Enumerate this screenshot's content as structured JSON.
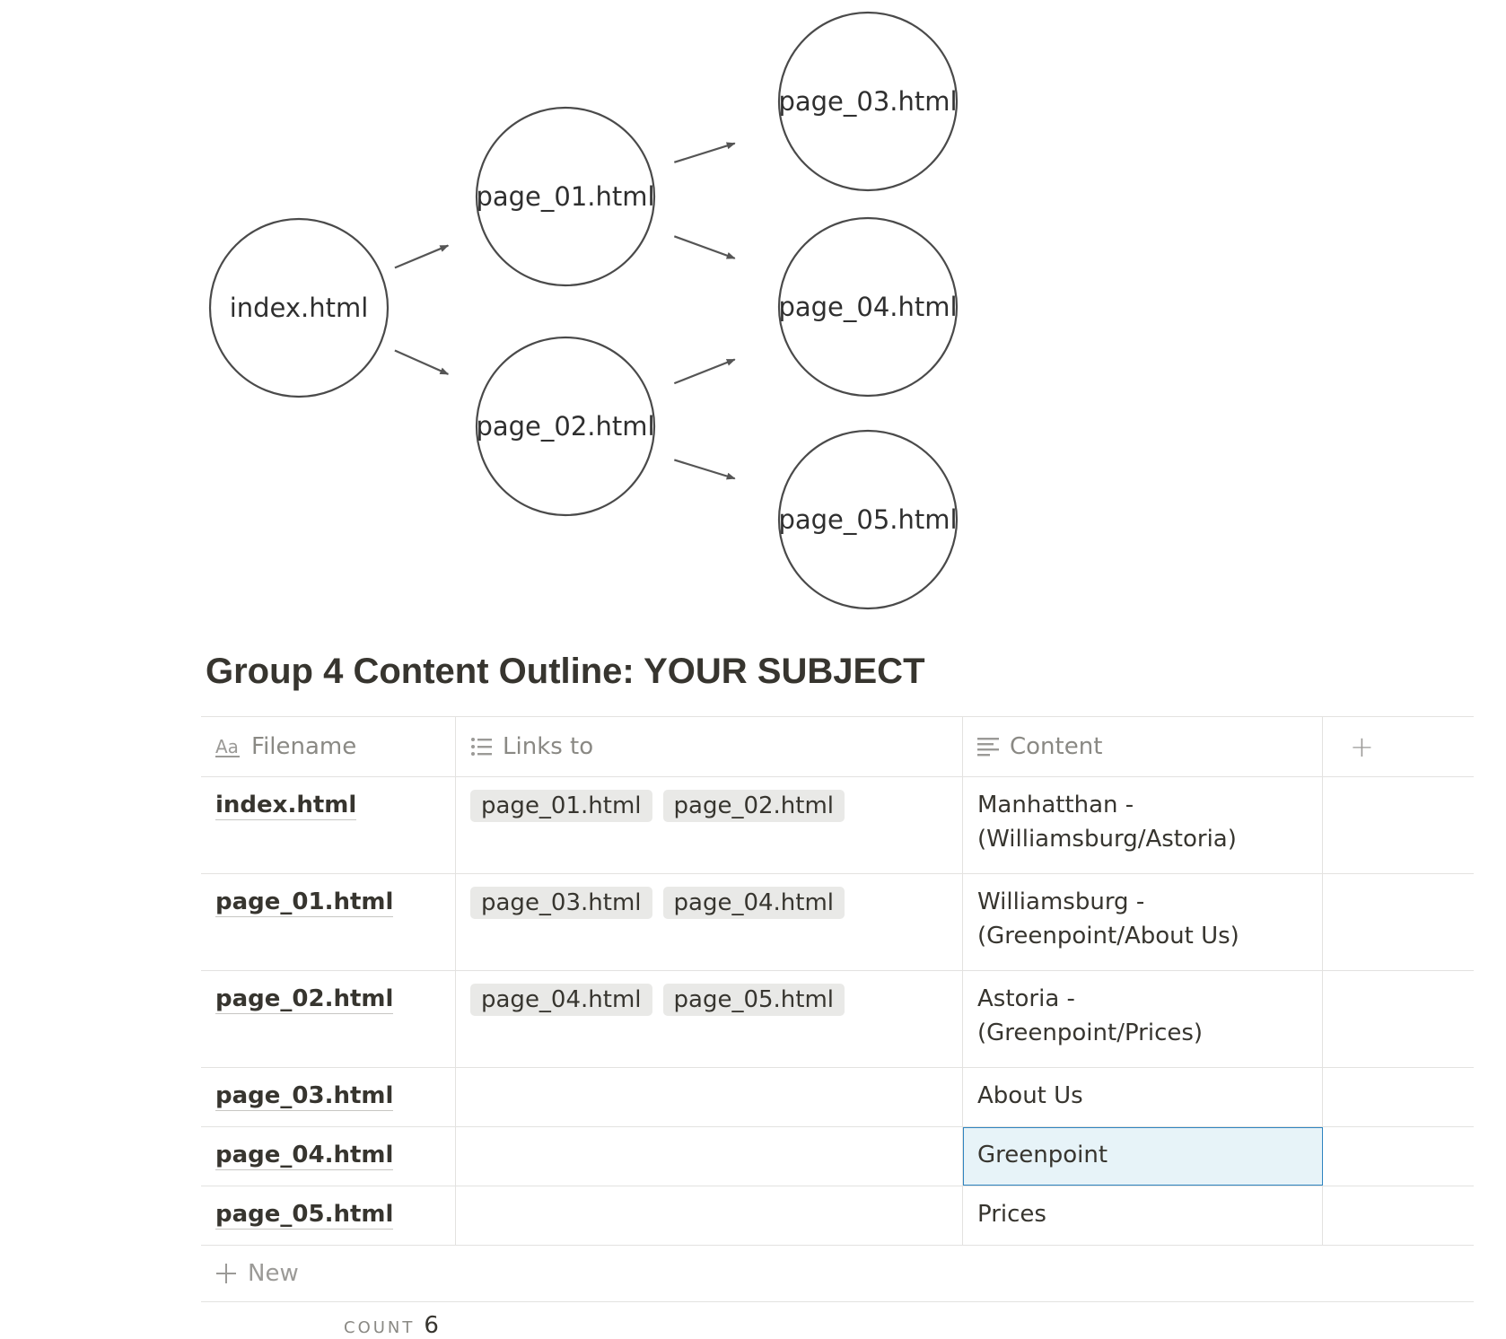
{
  "diagram": {
    "nodes": [
      {
        "id": "index",
        "label": "index.html"
      },
      {
        "id": "p01",
        "label": "page_01.html"
      },
      {
        "id": "p02",
        "label": "page_02.html"
      },
      {
        "id": "p03",
        "label": "page_03.html"
      },
      {
        "id": "p04",
        "label": "page_04.html"
      },
      {
        "id": "p05",
        "label": "page_05.html"
      }
    ],
    "edges": [
      {
        "from": "index",
        "to": "p01"
      },
      {
        "from": "index",
        "to": "p02"
      },
      {
        "from": "p01",
        "to": "p03"
      },
      {
        "from": "p01",
        "to": "p04"
      },
      {
        "from": "p02",
        "to": "p04"
      },
      {
        "from": "p02",
        "to": "p05"
      }
    ]
  },
  "page_title": "Group 4 Content Outline: YOUR SUBJECT",
  "table": {
    "columns": {
      "filename": "Filename",
      "links_to": "Links to",
      "content": "Content",
      "add": "+"
    },
    "rows": [
      {
        "filename": "index.html",
        "links": [
          "page_01.html",
          "page_02.html"
        ],
        "content": [
          "Manhatthan -",
          "(Williamsburg/Astoria)"
        ]
      },
      {
        "filename": "page_01.html",
        "links": [
          "page_03.html",
          "page_04.html"
        ],
        "content": [
          "Williamsburg -",
          "(Greenpoint/About Us)"
        ]
      },
      {
        "filename": "page_02.html",
        "links": [
          "page_04.html",
          "page_05.html"
        ],
        "content": [
          "Astoria -",
          "(Greenpoint/Prices)"
        ]
      },
      {
        "filename": "page_03.html",
        "links": [],
        "content": [
          "About Us"
        ]
      },
      {
        "filename": "page_04.html",
        "links": [],
        "content": [
          "Greenpoint"
        ]
      },
      {
        "filename": "page_05.html",
        "links": [],
        "content": [
          "Prices"
        ]
      }
    ],
    "new_label": "New",
    "count_label": "COUNT",
    "count_value": "6"
  }
}
